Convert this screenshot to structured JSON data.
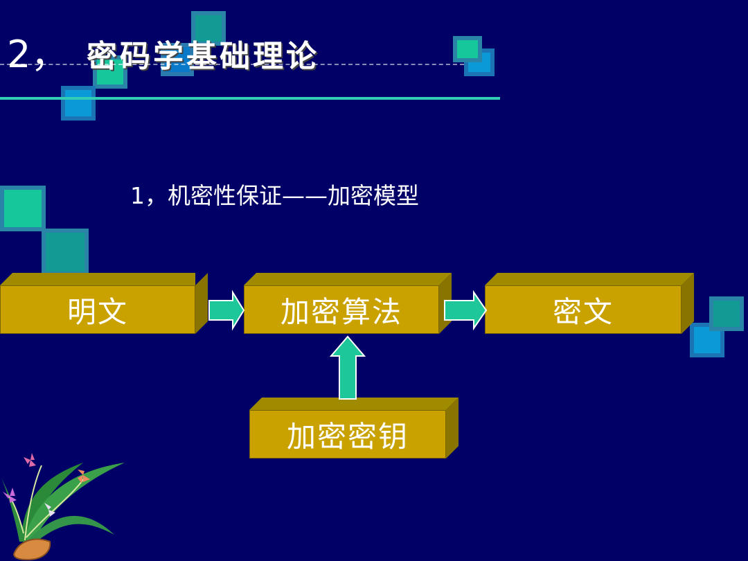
{
  "title": {
    "number": "2，",
    "text": "密码学基础理论"
  },
  "subtitle": "1，机密性保证——加密模型",
  "diagram": {
    "nodes": {
      "plaintext": "明文",
      "algorithm": "加密算法",
      "ciphertext": "密文",
      "key": "加密密钥"
    }
  },
  "colors": {
    "background": "#000066",
    "box_face": "#c9a200",
    "arrow": "#1ec79a",
    "rule": "#33ccb4"
  }
}
